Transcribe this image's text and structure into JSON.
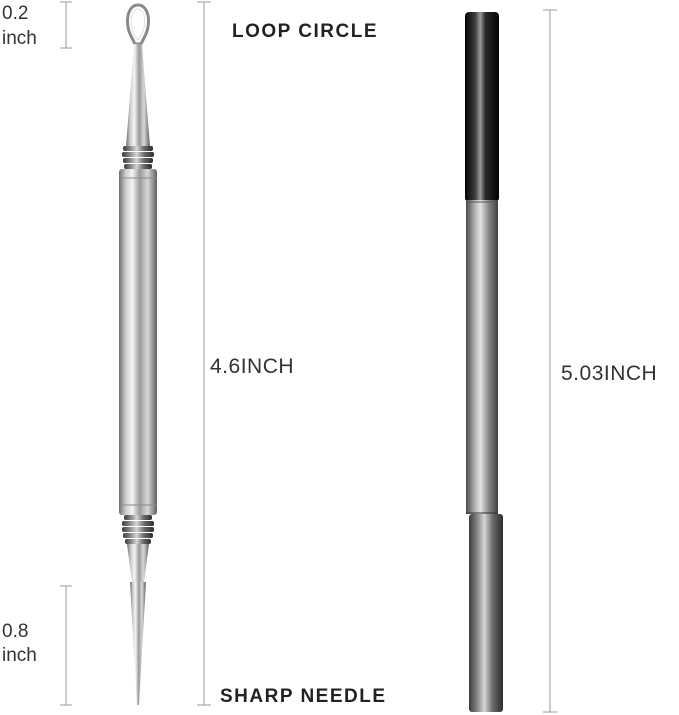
{
  "labels": {
    "loop_circle": "LOOP CIRCLE",
    "sharp_needle": "SHARP NEEDLE"
  },
  "dimensions": {
    "loop_size_value": "0.2",
    "loop_size_unit": "inch",
    "needle_size_value": "0.8",
    "needle_size_unit": "inch",
    "tool_length": "4.6INCH",
    "case_length": "5.03INCH"
  },
  "colors": {
    "background": "#ffffff",
    "dimension_line": "#9a9a9a",
    "text": "#222222"
  }
}
